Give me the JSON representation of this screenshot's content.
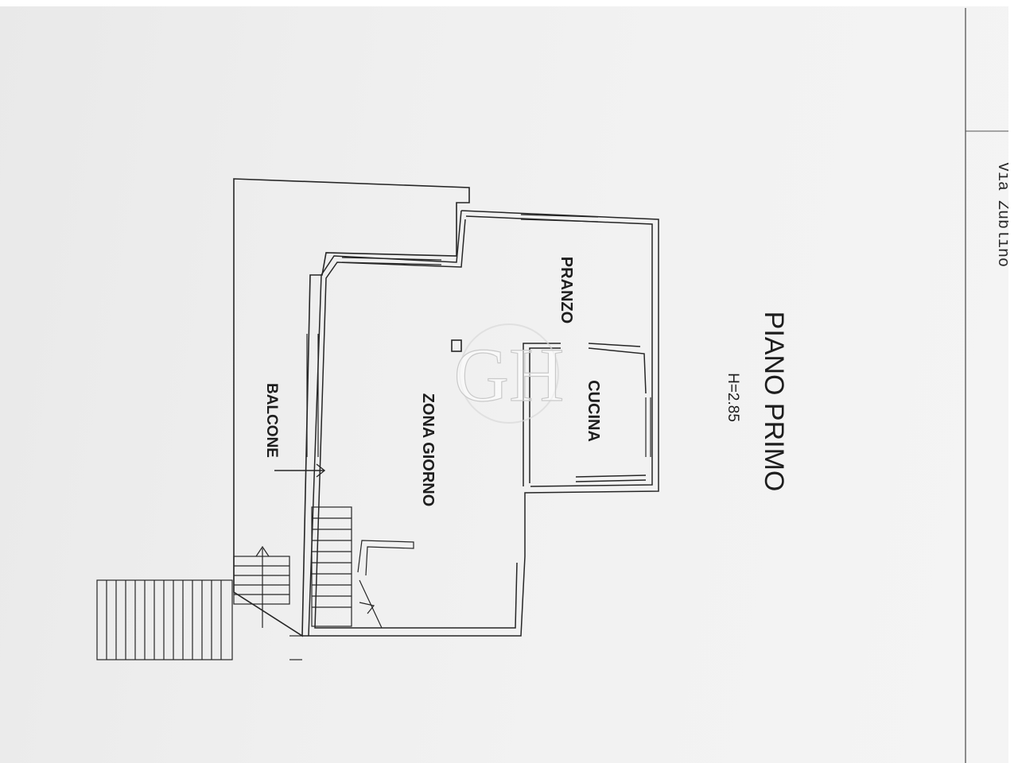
{
  "plan": {
    "title": "PIANO PRIMO",
    "height_note": "H=2.85",
    "street": "Via Zublino",
    "watermark": "GH",
    "rooms": {
      "pranzo": "PRANZO",
      "cucina": "CUCINA",
      "zona_giorno": "ZONA GIORNO",
      "balcone": "BALCONE"
    }
  },
  "colors": {
    "paper": "#efefef",
    "ink": "#262626"
  }
}
